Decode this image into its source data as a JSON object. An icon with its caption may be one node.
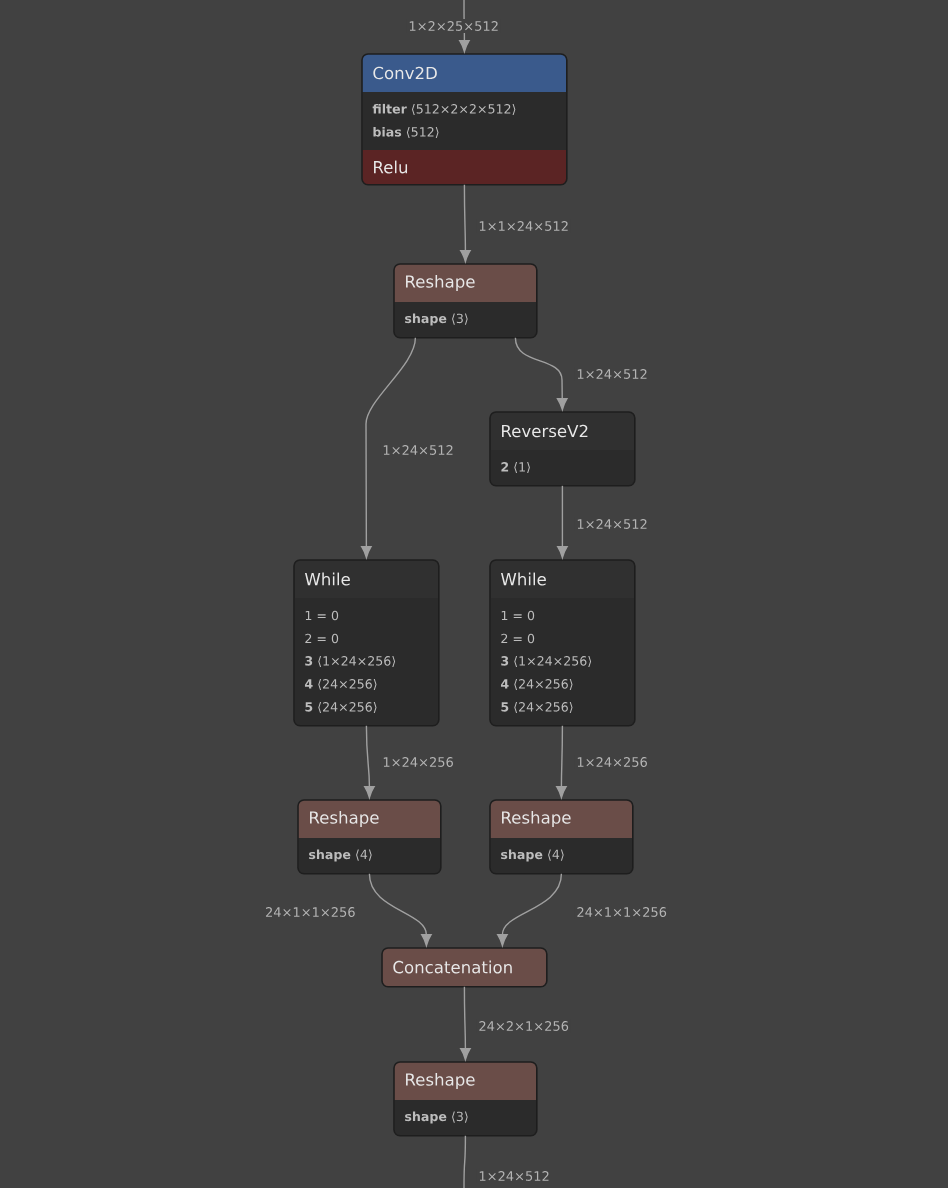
{
  "diagram": {
    "nodes": [
      {
        "text": [
          "Conv2D",
          "**filter** ⟨512×2×2×512⟩",
          "**bias** ⟨512⟩",
          "Relu"
        ]
      },
      {
        "text": [
          "Reshape",
          "**shape** ⟨3⟩"
        ]
      },
      {
        "text": [
          "ReverseV2",
          "**2** ⟨1⟩"
        ]
      },
      {
        "text": [
          "While",
          "1 = 0",
          "2 = 0",
          "**3** ⟨1×24×256⟩",
          "**4** ⟨24×256⟩",
          "**5** ⟨24×256⟩"
        ]
      },
      {
        "text": [
          "While",
          "1 = 0",
          "2 = 0",
          "**3** ⟨1×24×256⟩",
          "**4** ⟨24×256⟩",
          "**5** ⟨24×256⟩"
        ]
      },
      {
        "text": [
          "Reshape",
          "**shape** ⟨4⟩"
        ]
      },
      {
        "text": [
          "Reshape",
          "**shape** ⟨4⟩"
        ]
      },
      {
        "text": [
          "Concatenation"
        ]
      },
      {
        "text": [
          "Reshape",
          "**shape** ⟨3⟩"
        ]
      }
    ],
    "edges": [
      {
        "from": null,
        "to": 0,
        "arrow": "to",
        "label": "1×2×25×512"
      },
      {
        "from": 0,
        "to": 1,
        "arrow": "to",
        "label": "1×1×24×512"
      },
      {
        "from": 1,
        "to": 3,
        "arrow": "to",
        "label": "1×24×512"
      },
      {
        "from": 1,
        "to": 2,
        "arrow": "to",
        "label": "1×24×512"
      },
      {
        "from": 2,
        "to": 4,
        "arrow": "to",
        "label": "1×24×512"
      },
      {
        "from": 3,
        "to": 5,
        "arrow": "to",
        "label": "1×24×256"
      },
      {
        "from": 4,
        "to": 6,
        "arrow": "to",
        "label": "1×24×256"
      },
      {
        "from": 5,
        "to": 7,
        "arrow": "to",
        "label": "24×1×1×256"
      },
      {
        "from": 6,
        "to": 7,
        "arrow": "to",
        "label": "24×1×1×256"
      },
      {
        "from": 7,
        "to": 8,
        "arrow": "to",
        "label": "24×2×1×256"
      },
      {
        "from": 8,
        "to": null,
        "arrow": "none",
        "label": "1×24×512"
      }
    ]
  }
}
